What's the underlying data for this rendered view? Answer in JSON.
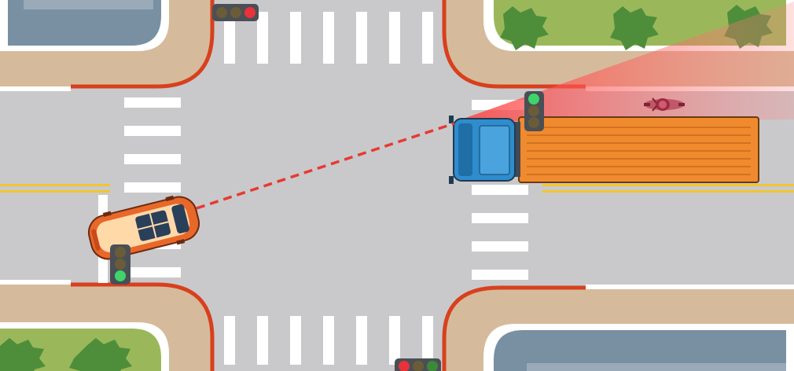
{
  "scene": {
    "colors": {
      "asphalt": "#c9c9cb",
      "sidewalk": "#d5bb9b",
      "curb": "#d8401e",
      "grass": "#9ab85a",
      "building": "#7890a2",
      "markings": "#ffffff",
      "center_line": "#f2c530",
      "sight_line": "#e63a32",
      "blind_zone": "#ff5a5a",
      "car_body": "#e8682a",
      "truck_cab": "#2f8ccd",
      "truck_trailer": "#f08a2e",
      "bush": "#4e8e3a",
      "light_red": "#e8323a",
      "light_green": "#3ed46a",
      "light_off": "#6a5c38"
    },
    "elements": {
      "car": {
        "heading": "north-east",
        "color": "#e8682a"
      },
      "truck": {
        "heading": "west",
        "cab_color": "#2f8ccd",
        "trailer_color": "#f08a2e"
      },
      "motorcycle": {
        "heading": "west",
        "hidden_behind": "truck"
      },
      "traffic_lights": [
        {
          "position": "north",
          "state": "red"
        },
        {
          "position": "east",
          "state": "green"
        },
        {
          "position": "west",
          "state": "green"
        },
        {
          "position": "south",
          "state": "red"
        }
      ]
    }
  }
}
